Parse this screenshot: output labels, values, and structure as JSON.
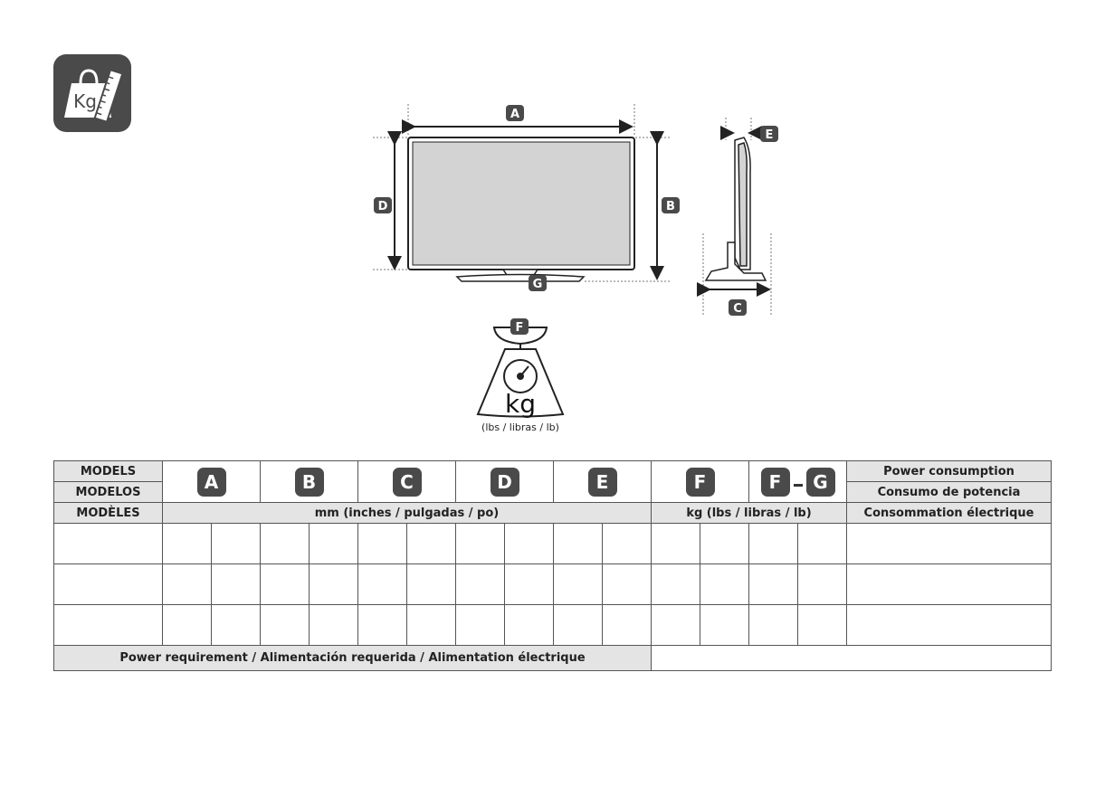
{
  "badge": {
    "icon": "kg-bag-ruler-icon",
    "text": "Kg"
  },
  "diagram": {
    "labels": {
      "a": "A",
      "b": "B",
      "c": "C",
      "d": "D",
      "e": "E",
      "f": "F",
      "g": "G"
    },
    "scale_unit": "kg",
    "scale_caption": "(lbs / libras / lb)"
  },
  "table": {
    "models_labels": [
      "MODELS",
      "MODELOS",
      "MODÈLES"
    ],
    "dimension_letters": [
      "A",
      "B",
      "C",
      "D",
      "E"
    ],
    "weight_letters": {
      "f": "F",
      "fg_left": "F",
      "fg_right": "G"
    },
    "mm_unit": "mm (inches / pulgadas / po)",
    "kg_unit": "kg (lbs / libras / lb)",
    "power_labels": [
      "Power consumption",
      "Consumo de potencia",
      "Consommation électrique"
    ],
    "power_requirement": "Power requirement / Alimentación requerida / Alimentation électrique"
  },
  "colors": {
    "badge": "#4a4a4a",
    "header_fill": "#e4e4e4",
    "screen": "#d3d3d3"
  }
}
